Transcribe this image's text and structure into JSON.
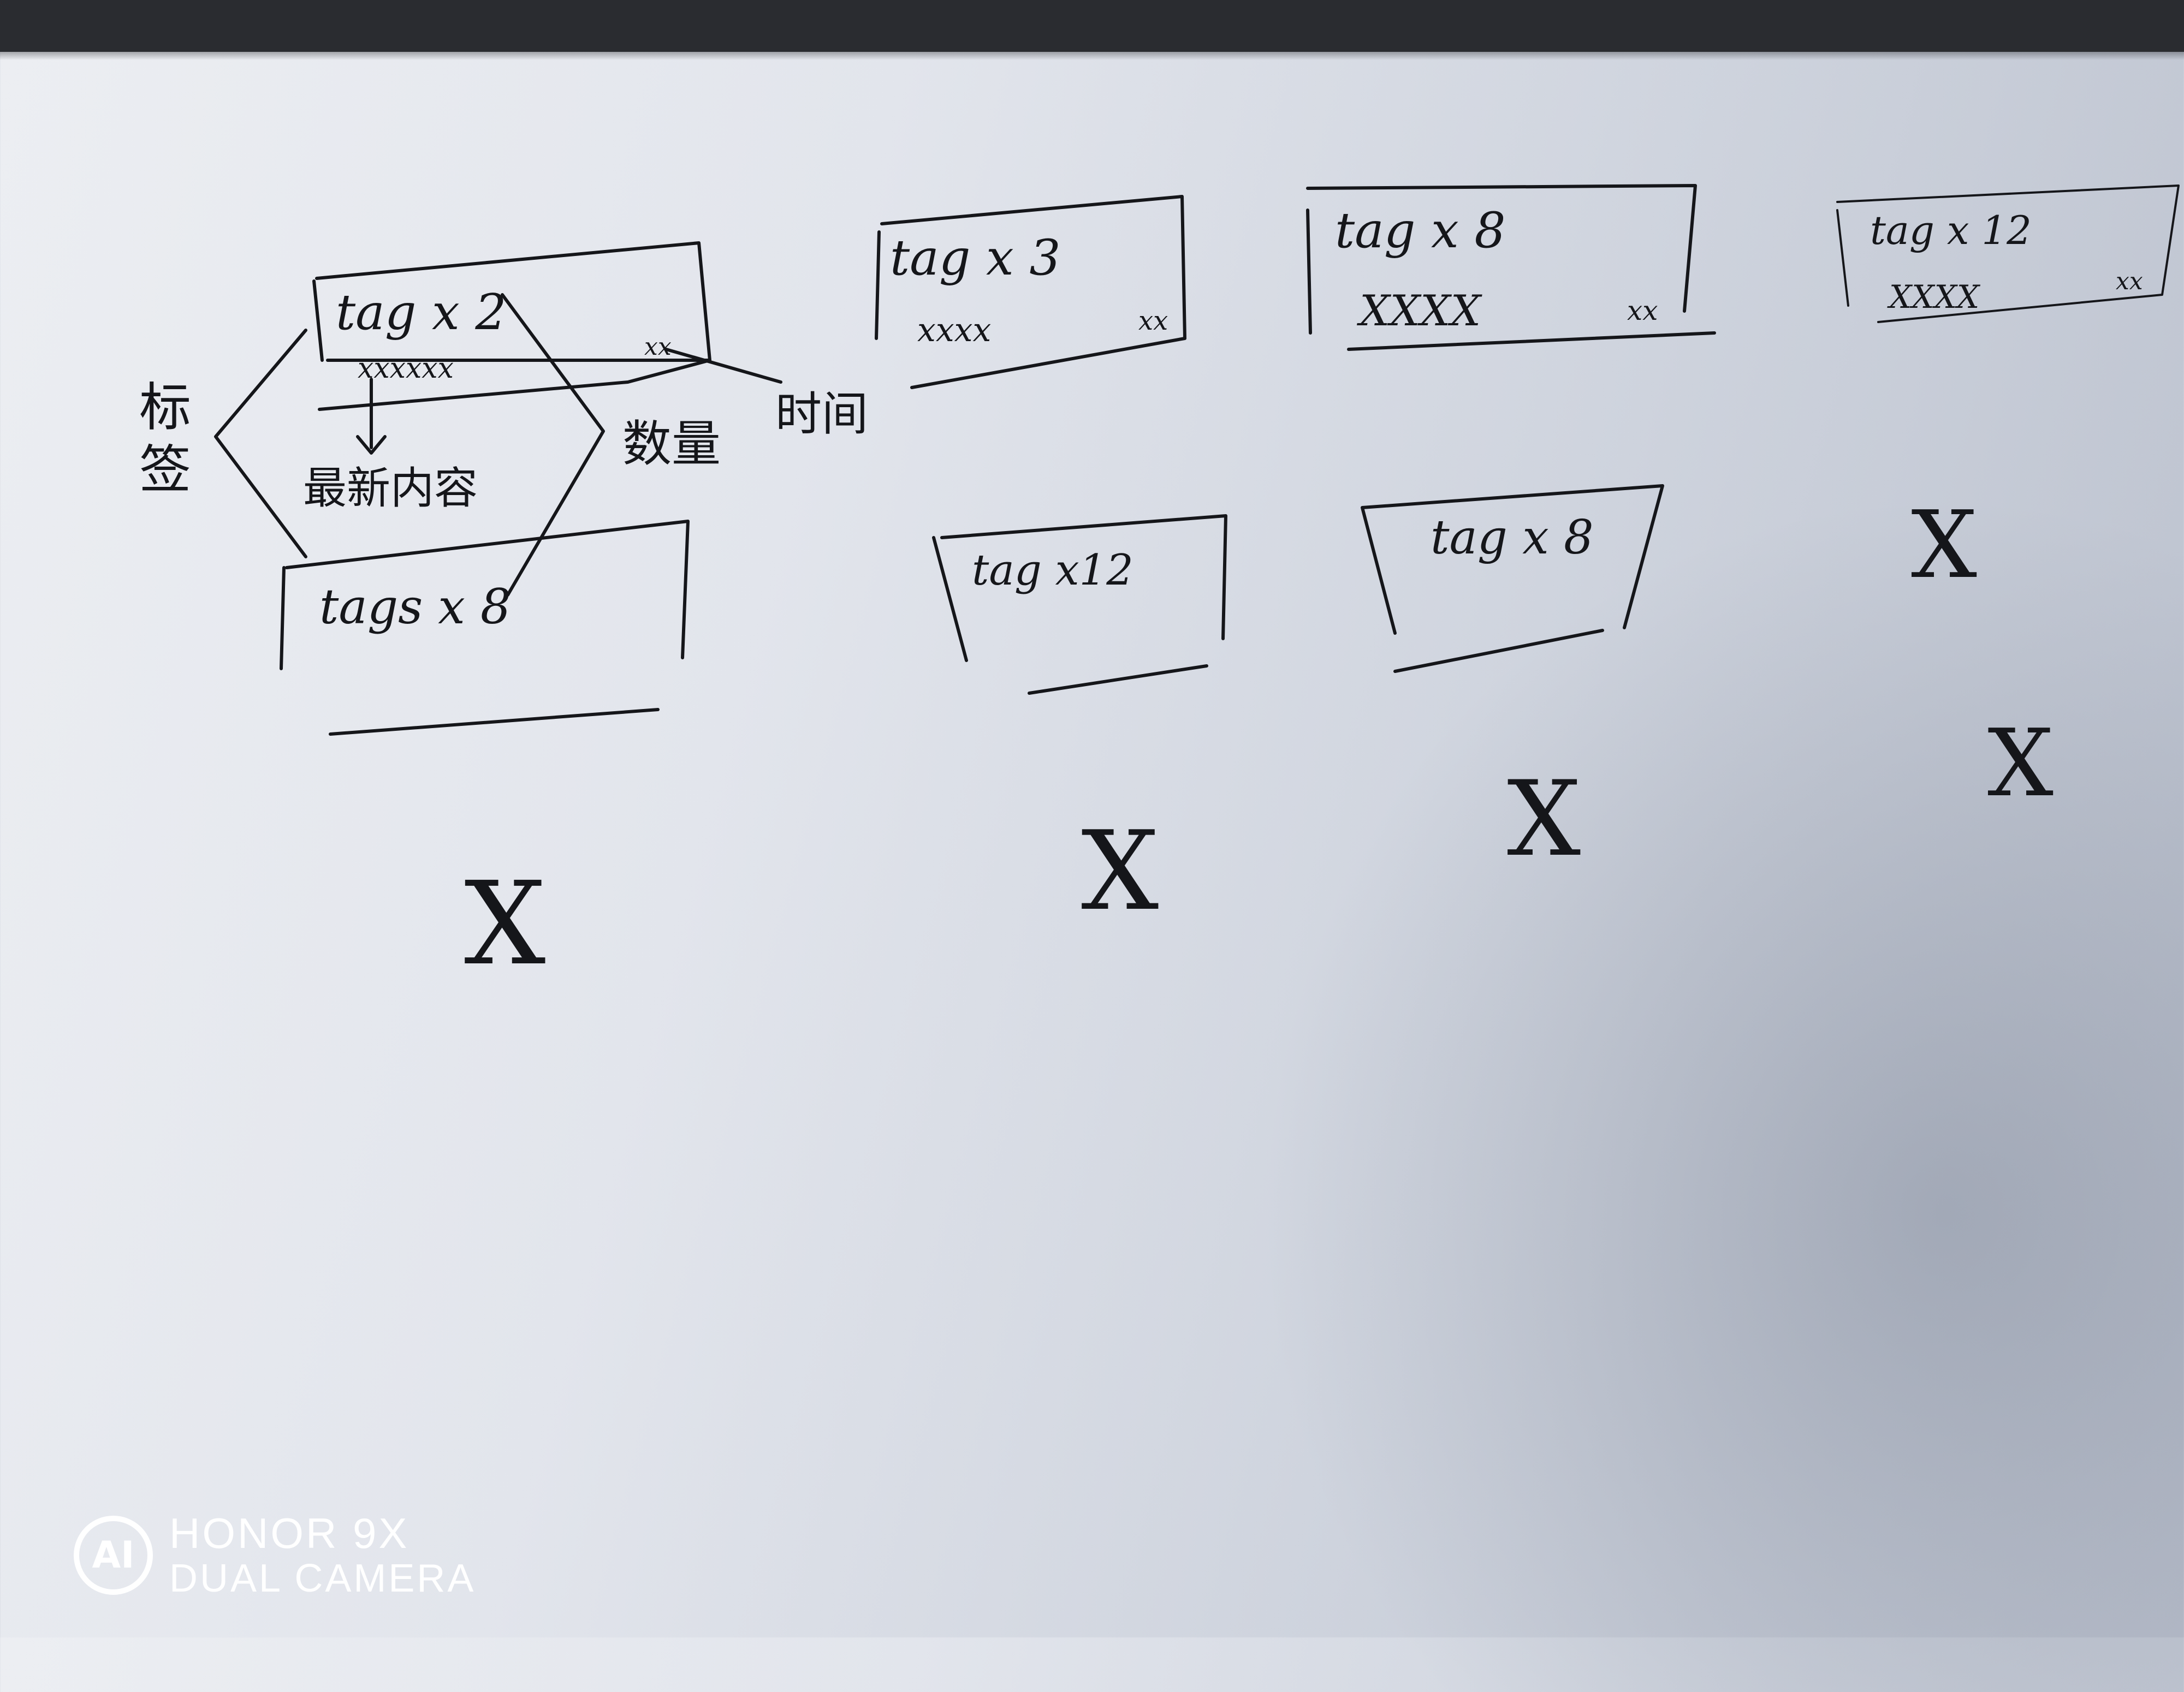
{
  "sketch": {
    "main_card": {
      "tag": "tag x 2",
      "content": "xxxxxx",
      "time": "xx"
    },
    "annotations": {
      "tag_label": "标\n签",
      "content_label": "最新内容",
      "count_label": "数量",
      "time_label": "时间"
    },
    "cards_row1": [
      {
        "tag": "tag x 3",
        "content": "xxxx",
        "time": "xx"
      },
      {
        "tag": "tag x 8",
        "content": "XXXX",
        "time": "xx"
      },
      {
        "tag": "tag x 12",
        "content": "XXXX",
        "time": "xx"
      }
    ],
    "cards_row2": [
      {
        "tag": "tags x 8"
      },
      {
        "tag": "tag x12"
      },
      {
        "tag": "tag x 8"
      }
    ],
    "cross_marks": [
      "X",
      "X",
      "X",
      "X",
      "X",
      "X"
    ]
  },
  "watermark": {
    "logo": "AI",
    "line1": "HONOR 9X",
    "line2": "DUAL CAMERA"
  }
}
